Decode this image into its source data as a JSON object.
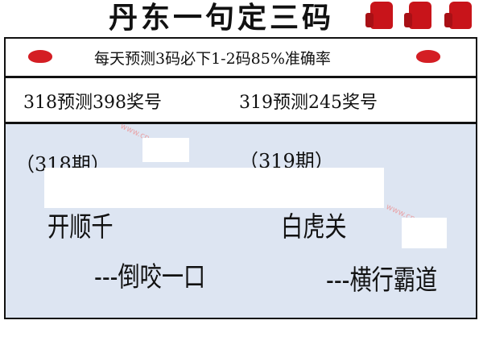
{
  "header": {
    "title": "丹东一句定三码"
  },
  "banner": {
    "text": "每天预测3码必下1-2码85%准确率"
  },
  "predictions": [
    {
      "text": "318预测398奖号"
    },
    {
      "text": "319预测245奖号"
    }
  ],
  "periods": [
    {
      "label": "（318期）",
      "phrase": "开顺千",
      "tagline": "---倒咬一口"
    },
    {
      "label": "（319期）",
      "phrase": "白虎关",
      "tagline": "---横行霸道"
    }
  ],
  "colors": {
    "panel": "#dde5f2",
    "logo": "#d41e24",
    "thumb": "#c8141a"
  }
}
